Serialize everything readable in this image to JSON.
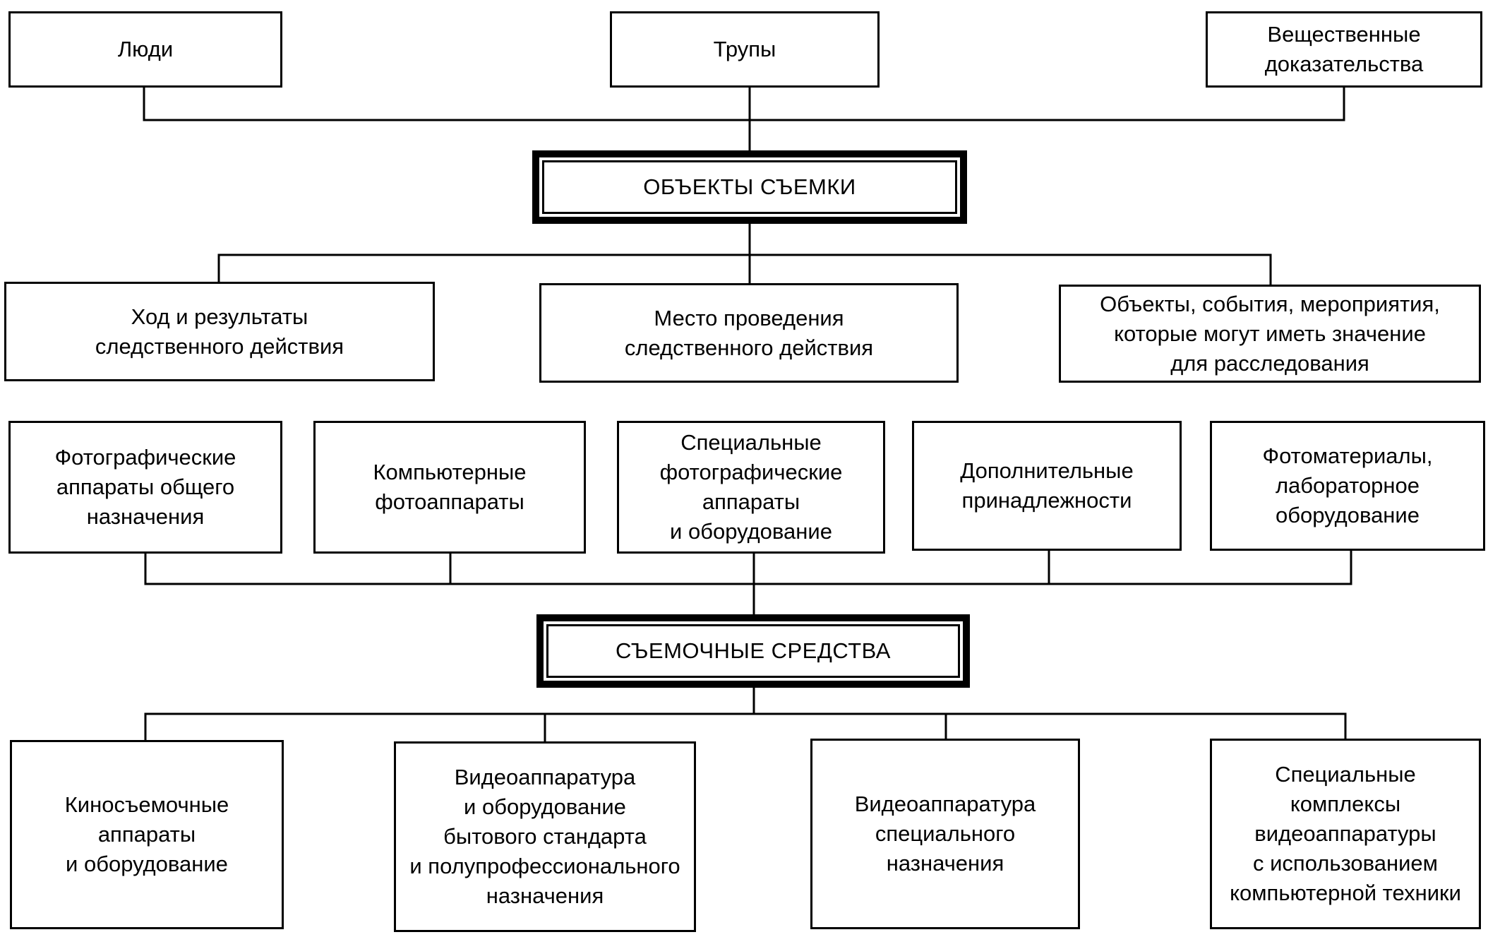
{
  "objects_hub": {
    "label": "ОБЪЕКТЫ СЪЕМКИ"
  },
  "means_hub": {
    "label": "СЪЕМОЧНЫЕ СРЕДСТВА"
  },
  "objects_top": [
    {
      "label": "Люди"
    },
    {
      "label": "Трупы"
    },
    {
      "label": "Вещественные\nдоказательства"
    }
  ],
  "objects_bottom": [
    {
      "label": "Ход и результаты\nследственного действия"
    },
    {
      "label": "Место проведения\nследственного действия"
    },
    {
      "label": "Объекты, события, мероприятия,\nкоторые могут иметь значение\nдля расследования"
    }
  ],
  "means_top": [
    {
      "label": "Фотографические\nаппараты общего\nназначения"
    },
    {
      "label": "Компьютерные\nфотоаппараты"
    },
    {
      "label": "Специальные\nфотографические\nаппараты\nи оборудование"
    },
    {
      "label": "Дополнительные\nпринадлежности"
    },
    {
      "label": "Фотоматериалы,\nлабораторное\nоборудование"
    }
  ],
  "means_bottom": [
    {
      "label": "Киносъемочные\nаппараты\nи оборудование"
    },
    {
      "label": "Видеоаппаратура\nи оборудование\nбытового стандарта\nи полупрофессионального\nназначения"
    },
    {
      "label": "Видеоаппаратура\nспециального\nназначения"
    },
    {
      "label": "Специальные\nкомплексы\nвидеоаппаратуры\nс использованием\nкомпьютерной техники"
    }
  ]
}
